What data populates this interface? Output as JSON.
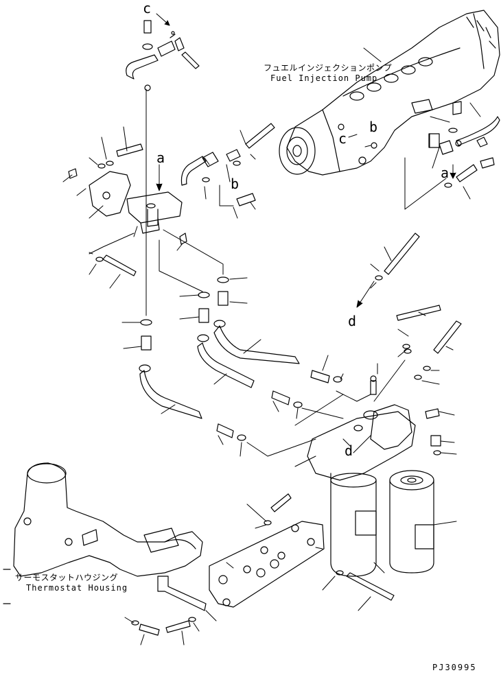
{
  "labels": {
    "fuel_pump_jp": "フュエルインジェクションポンプ",
    "fuel_pump_en": "Fuel Injection Pump",
    "thermostat_jp": "サーモスタットハウジング",
    "thermostat_en": "Thermostat Housing",
    "ref_a": "a",
    "ref_b": "b",
    "ref_c": "c",
    "ref_d": "d",
    "drawing_code": "PJ30995"
  }
}
